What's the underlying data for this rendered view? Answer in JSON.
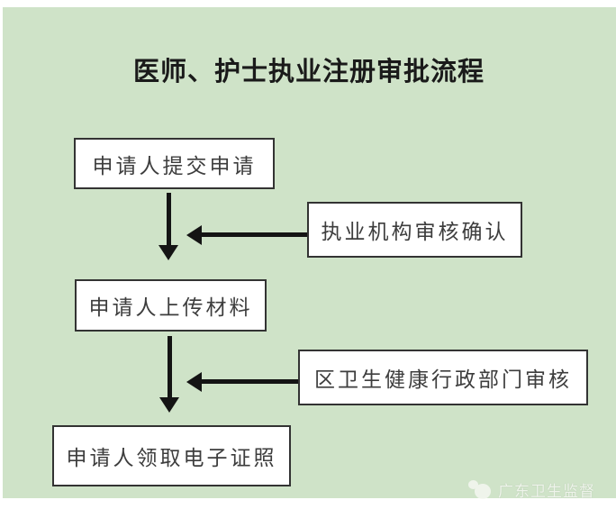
{
  "diagram": {
    "title": "医师、护士执业注册审批流程",
    "nodes": [
      {
        "id": "step1",
        "label": "申请人提交申请"
      },
      {
        "id": "review1",
        "label": "执业机构审核确认"
      },
      {
        "id": "step2",
        "label": "申请人上传材料"
      },
      {
        "id": "review2",
        "label": "区卫生健康行政部门审核"
      },
      {
        "id": "step3",
        "label": "申请人领取电子证照"
      }
    ],
    "edges": [
      {
        "from": "step1",
        "to": "step2",
        "direction": "down"
      },
      {
        "from": "review1",
        "to": "step1-step2-arrow",
        "direction": "left"
      },
      {
        "from": "step2",
        "to": "step3",
        "direction": "down"
      },
      {
        "from": "review2",
        "to": "step2-step3-arrow",
        "direction": "left"
      }
    ]
  },
  "watermark": {
    "label": "广东卫生监督",
    "icon": "bubbles-logo-icon"
  },
  "colors": {
    "background": "#cfe3c8",
    "box_fill": "#ffffff",
    "box_border": "#333333",
    "box_text": "#3d3d3d",
    "title_text": "#1a1a1a",
    "arrow": "#141414",
    "watermark": "#f5f8f2"
  }
}
